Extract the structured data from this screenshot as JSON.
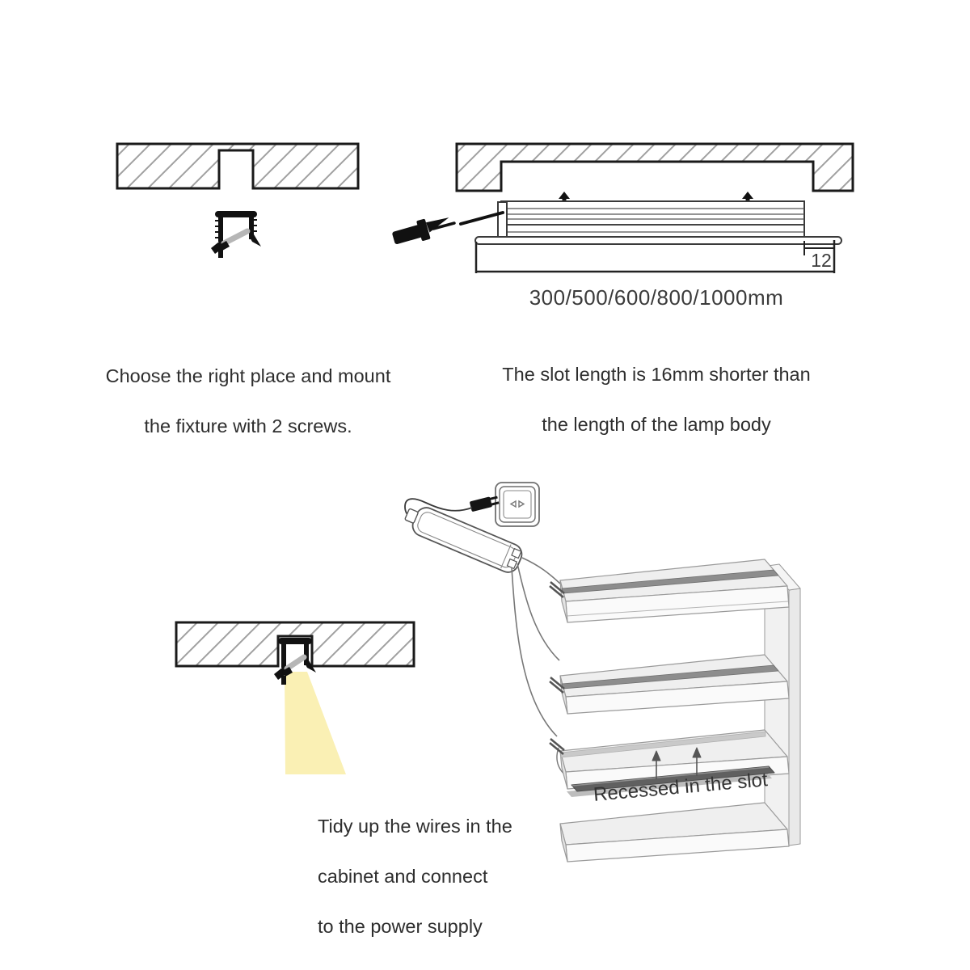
{
  "captions": {
    "mount": {
      "line1": "Choose the right place and mount",
      "line2": "the fixture with 2 screws."
    },
    "slot": {
      "line1": "The slot length is 16mm shorter than",
      "line2": "the length of the lamp body",
      "lengths": "300/500/600/800/1000mm",
      "overhang": "12"
    },
    "wiring": {
      "line1": "Tidy up the wires in the",
      "line2": "cabinet and connect",
      "line3": "to the power supply",
      "slot_label": "Recessed in the slot"
    }
  },
  "colors": {
    "line": "#1a1a1a",
    "hatch": "#a0a0a0",
    "light_beam": "#FAF0B4",
    "strip_dark": "#8d8d8d",
    "strip_light": "#c9c9c9",
    "lamp_bar": "#606060",
    "text": "#2e2e2e"
  }
}
